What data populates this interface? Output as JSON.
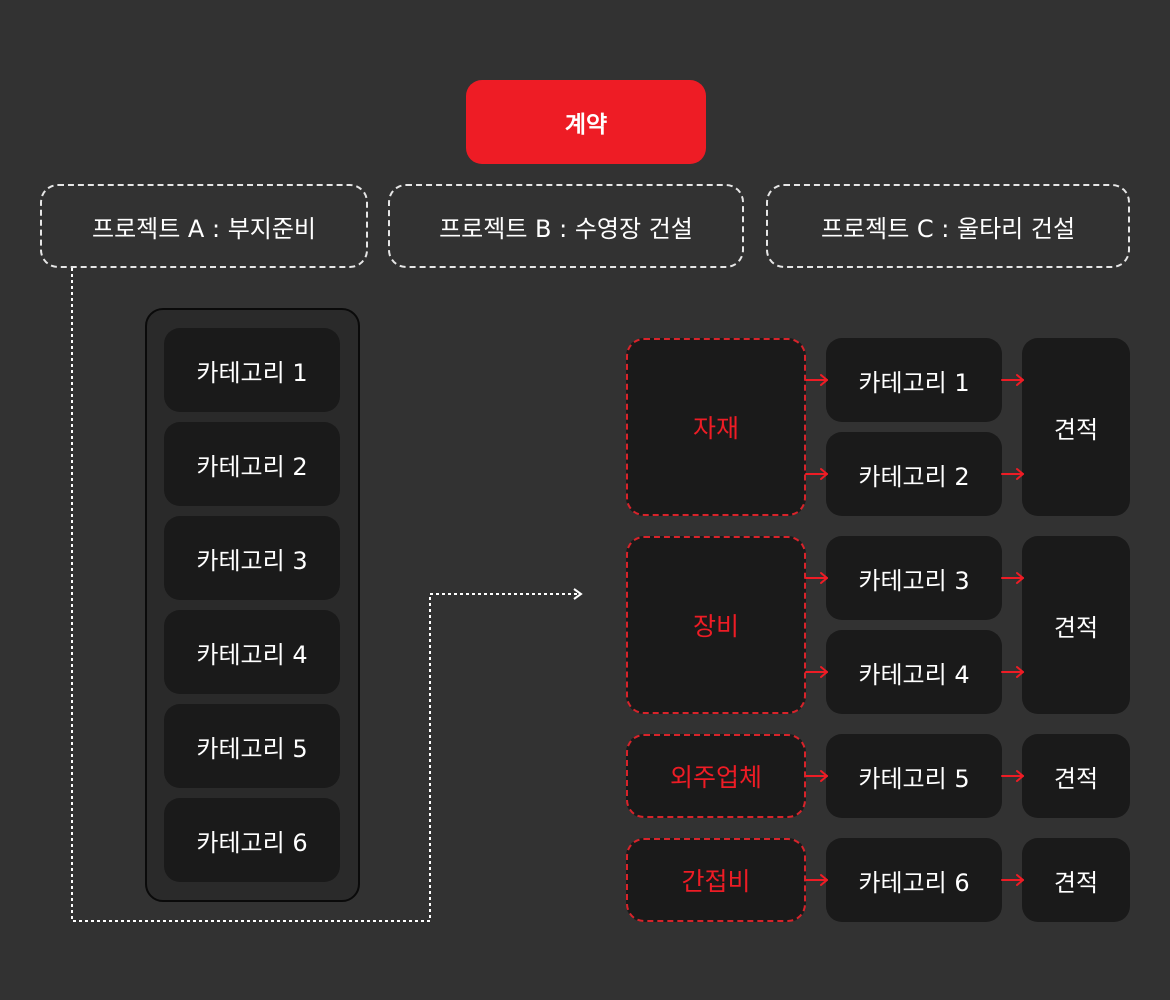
{
  "contract": {
    "label": "계약"
  },
  "projects": [
    {
      "label": "프로젝트 A : 부지준비"
    },
    {
      "label": "프로젝트 B : 수영장 건설"
    },
    {
      "label": "프로젝트 C : 울타리 건설"
    }
  ],
  "categories": [
    {
      "label": "카테고리 1"
    },
    {
      "label": "카테고리 2"
    },
    {
      "label": "카테고리 3"
    },
    {
      "label": "카테고리 4"
    },
    {
      "label": "카테고리 5"
    },
    {
      "label": "카테고리 6"
    }
  ],
  "groups": [
    {
      "label": "자재"
    },
    {
      "label": "장비"
    },
    {
      "label": "외주업체"
    },
    {
      "label": "간접비"
    }
  ],
  "right_categories": [
    {
      "label": "카테고리 1"
    },
    {
      "label": "카테고리 2"
    },
    {
      "label": "카테고리 3"
    },
    {
      "label": "카테고리 4"
    },
    {
      "label": "카테고리 5"
    },
    {
      "label": "카테고리 6"
    }
  ],
  "estimates": [
    {
      "label": "견적"
    },
    {
      "label": "견적"
    },
    {
      "label": "견적"
    },
    {
      "label": "견적"
    }
  ],
  "colors": {
    "accent": "#ee1c25",
    "background": "#323232",
    "box": "#1a1a1a"
  }
}
